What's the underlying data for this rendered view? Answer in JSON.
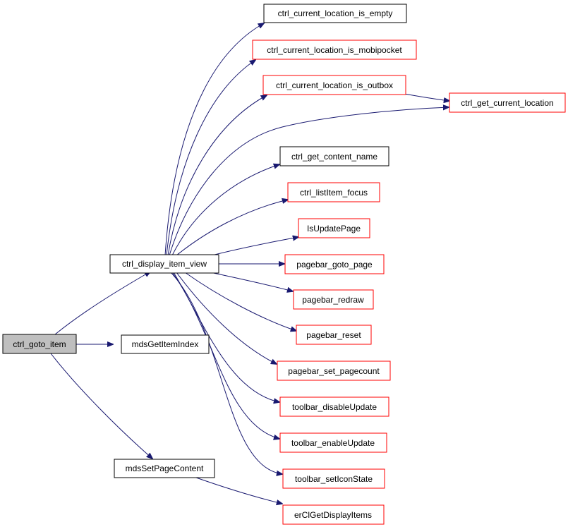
{
  "colors": {
    "edge": "#191970",
    "root_fill": "#bfbfbf",
    "documented_border": "#ff0000",
    "plain_border": "#000000"
  },
  "nodes": {
    "ctrl_goto_item": "ctrl_goto_item",
    "ctrl_display_item_view": "ctrl_display_item_view",
    "mdsGetItemIndex": "mdsGetItemIndex",
    "mdsSetPageContent": "mdsSetPageContent",
    "ctrl_current_location_is_empty": "ctrl_current_location_is_empty",
    "ctrl_current_location_is_mobipocket": "ctrl_current_location_is_mobipocket",
    "ctrl_current_location_is_outbox": "ctrl_current_location_is_outbox",
    "ctrl_get_current_location": "ctrl_get_current_location",
    "ctrl_get_content_name": "ctrl_get_content_name",
    "ctrl_listItem_focus": "ctrl_listItem_focus",
    "IsUpdatePage": "IsUpdatePage",
    "pagebar_goto_page": "pagebar_goto_page",
    "pagebar_redraw": "pagebar_redraw",
    "pagebar_reset": "pagebar_reset",
    "pagebar_set_pagecount": "pagebar_set_pagecount",
    "toolbar_disableUpdate": "toolbar_disableUpdate",
    "toolbar_enableUpdate": "toolbar_enableUpdate",
    "toolbar_setIconState": "toolbar_setIconState",
    "erClGetDisplayItems": "erClGetDisplayItems"
  },
  "edges": [
    [
      "ctrl_goto_item",
      "ctrl_display_item_view"
    ],
    [
      "ctrl_goto_item",
      "mdsGetItemIndex"
    ],
    [
      "ctrl_goto_item",
      "mdsSetPageContent"
    ],
    [
      "ctrl_display_item_view",
      "ctrl_current_location_is_empty"
    ],
    [
      "ctrl_display_item_view",
      "ctrl_current_location_is_mobipocket"
    ],
    [
      "ctrl_display_item_view",
      "ctrl_current_location_is_outbox"
    ],
    [
      "ctrl_display_item_view",
      "ctrl_get_current_location"
    ],
    [
      "ctrl_current_location_is_outbox",
      "ctrl_get_current_location"
    ],
    [
      "ctrl_display_item_view",
      "ctrl_get_content_name"
    ],
    [
      "ctrl_display_item_view",
      "ctrl_listItem_focus"
    ],
    [
      "ctrl_display_item_view",
      "IsUpdatePage"
    ],
    [
      "ctrl_display_item_view",
      "pagebar_goto_page"
    ],
    [
      "ctrl_display_item_view",
      "pagebar_redraw"
    ],
    [
      "ctrl_display_item_view",
      "pagebar_reset"
    ],
    [
      "ctrl_display_item_view",
      "pagebar_set_pagecount"
    ],
    [
      "ctrl_display_item_view",
      "toolbar_disableUpdate"
    ],
    [
      "ctrl_display_item_view",
      "toolbar_enableUpdate"
    ],
    [
      "ctrl_display_item_view",
      "toolbar_setIconState"
    ],
    [
      "mdsSetPageContent",
      "erClGetDisplayItems"
    ]
  ]
}
